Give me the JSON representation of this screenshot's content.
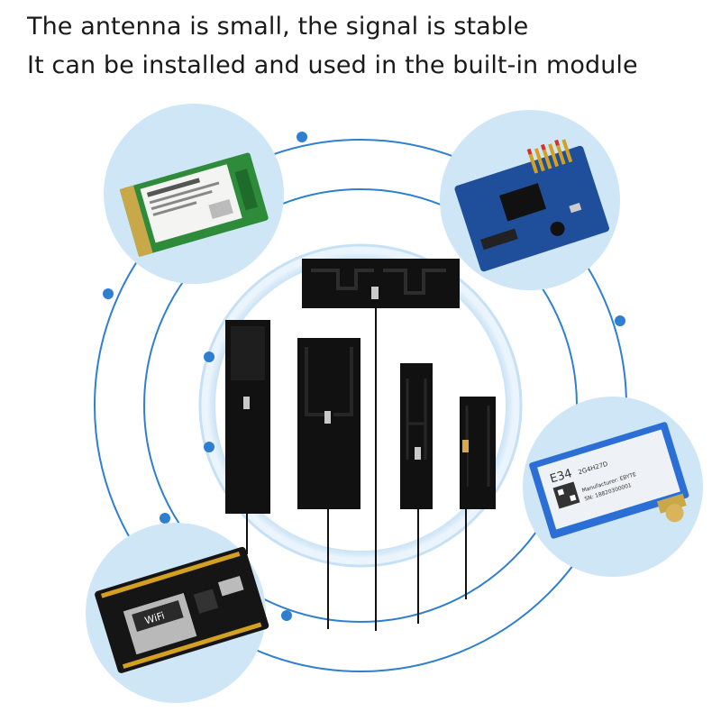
{
  "headline": {
    "line1": "The antenna is small, the signal is stable",
    "line2": "It can be installed and used in the built-in module"
  },
  "modules": [
    {
      "id": "msata-ssd",
      "label_hint": "mSATA SSD card"
    },
    {
      "id": "blue-pcb-board",
      "label_hint": "blue PCB with header pins"
    },
    {
      "id": "wireless-module",
      "label_hint": "E34 wireless module"
    },
    {
      "id": "wifi-devboard",
      "label_hint": "Wi-Fi dev board"
    }
  ],
  "module_labels": {
    "wifi_chip": "WiFi",
    "e34_model": "E34",
    "e34_sub": "2G4H27D",
    "e34_maker": "Manufacturer: EBYTE",
    "e34_sn": "SN: 18820300001"
  },
  "colors": {
    "accent_blue": "#2f7fd1",
    "circle_fill": "#cfe6f7",
    "antenna_black": "#111111",
    "ring_stroke": "#2f7fd1"
  }
}
